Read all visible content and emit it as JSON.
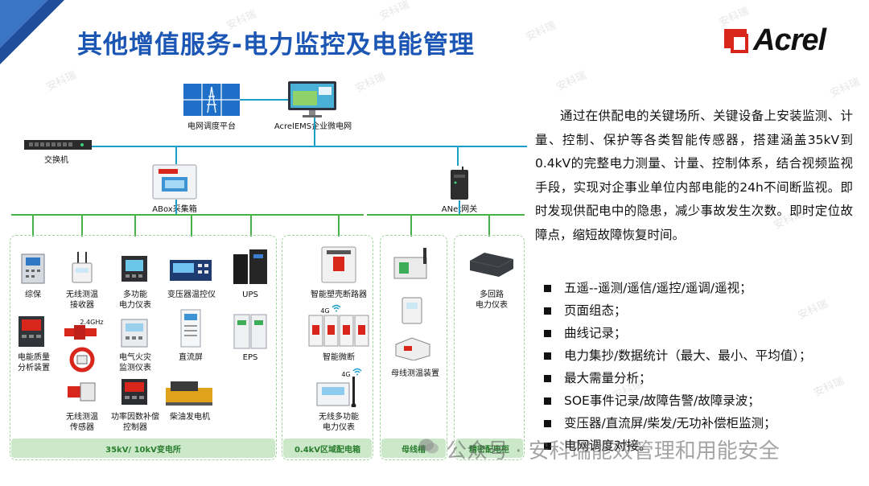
{
  "title": "其他增值服务-电力监控及电能管理",
  "brand": {
    "name": "Acrel",
    "mark_color": "#d9261c"
  },
  "watermark": "安科瑞",
  "colors": {
    "accent": "#1b56b4",
    "network_line": "#1b9fc9",
    "zone_line": "#47b24a",
    "zone_fill": "#cbe9c9"
  },
  "top": {
    "platform_label": "电网调度平台",
    "ems_label": "AcrelEMS企业微电网",
    "switch_label": "交换机",
    "abox_label": "ABox采集箱",
    "anet_label": "ANet网关"
  },
  "zones": {
    "substation": {
      "footer": "35kV/ 10kV变电所",
      "devices": {
        "relay": "综保",
        "wireless_temp": "无线测温\n接收器",
        "multi_meter": "多功能\n电力仪表",
        "transformer_temp": "变压器温控仪",
        "ups": "UPS",
        "power_quality": "电能质量\n分析装置",
        "freq": "2.4GHz",
        "fire_monitor": "电气火灾\n监测仪表",
        "dc_panel": "直流屏",
        "eps": "EPS",
        "wireless_sensor": "无线测温\n传感器",
        "pf_controller": "功率因数补偿\n控制器",
        "diesel": "柴油发电机"
      }
    },
    "distribution": {
      "footer": "0.4kV区域配电箱",
      "devices": {
        "breaker": "智能塑壳断路器",
        "net_4g_a": "4G",
        "micro_breaker": "智能微断",
        "net_4g_b": "4G",
        "wireless_meter": "无线多功能\n电力仪表"
      }
    },
    "busway": {
      "footer": "母线槽",
      "devices": {
        "bus_temp": "母线测温装置"
      }
    },
    "cabinet": {
      "footer": "精密配电柜",
      "devices": {
        "multi_circuit": "多回路\n电力仪表"
      }
    }
  },
  "description": "通过在供配电的关键场所、关键设备上安装监测、计量、控制、保护等各类智能传感器，搭建涵盖35kV到0.4kV的完整电力测量、计量、控制体系，结合视频监视手段，实现对企事业单位内部电能的24h不间断监视。即时发现供配电中的隐患，减少事故发生次数。即时定位故障点，缩短故障恢复时间。",
  "features": [
    "五遥--遥测/遥信/遥控/遥调/遥视；",
    "页面组态；",
    "曲线记录；",
    "电力集抄/数据统计（最大、最小、平均值）；",
    "最大需量分析；",
    "SOE事件记录/故障告警/故障录波；",
    "变压器/直流屏/柴发/无功补偿柜监测；",
    "电网调度对接。"
  ],
  "overlay": "公众号 · 安科瑞能效管理和用能安全"
}
